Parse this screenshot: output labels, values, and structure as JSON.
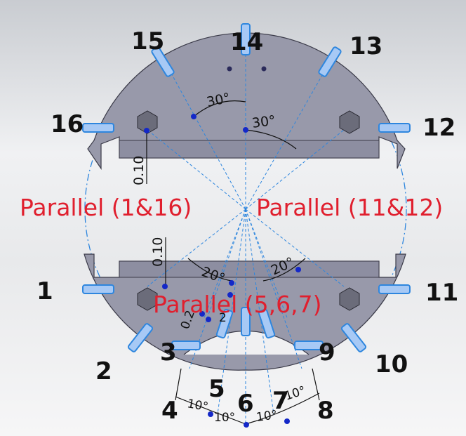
{
  "sensor_labels": [
    "1",
    "2",
    "3",
    "4",
    "5",
    "6",
    "7",
    "8",
    "9",
    "10",
    "11",
    "12",
    "13",
    "14",
    "15",
    "16"
  ],
  "annotations": {
    "parallel_left": "Parallel (1&16)",
    "parallel_right": "Parallel (11&12)",
    "parallel_center": "Parallel (5,6,7)"
  },
  "dimensions": {
    "top_angle_left": "30°",
    "top_angle_right": "30°",
    "offset_top": "0.10",
    "offset_bottom": "0.10",
    "bottom_angle_left": "20°",
    "bottom_angle_right": "20°",
    "small_angle_4": "10°",
    "small_angle_5": "10°",
    "small_angle_7": "10°",
    "small_angle_8": "10°",
    "small_offset": "0.2",
    "small_offset_b": "2"
  },
  "colors": {
    "plate": "#9899aa",
    "plate_shadow": "#7d7e91",
    "sketch": "#2e86de",
    "point": "#1428c8",
    "text_red": "#e01f2e",
    "text_black": "#111111"
  }
}
